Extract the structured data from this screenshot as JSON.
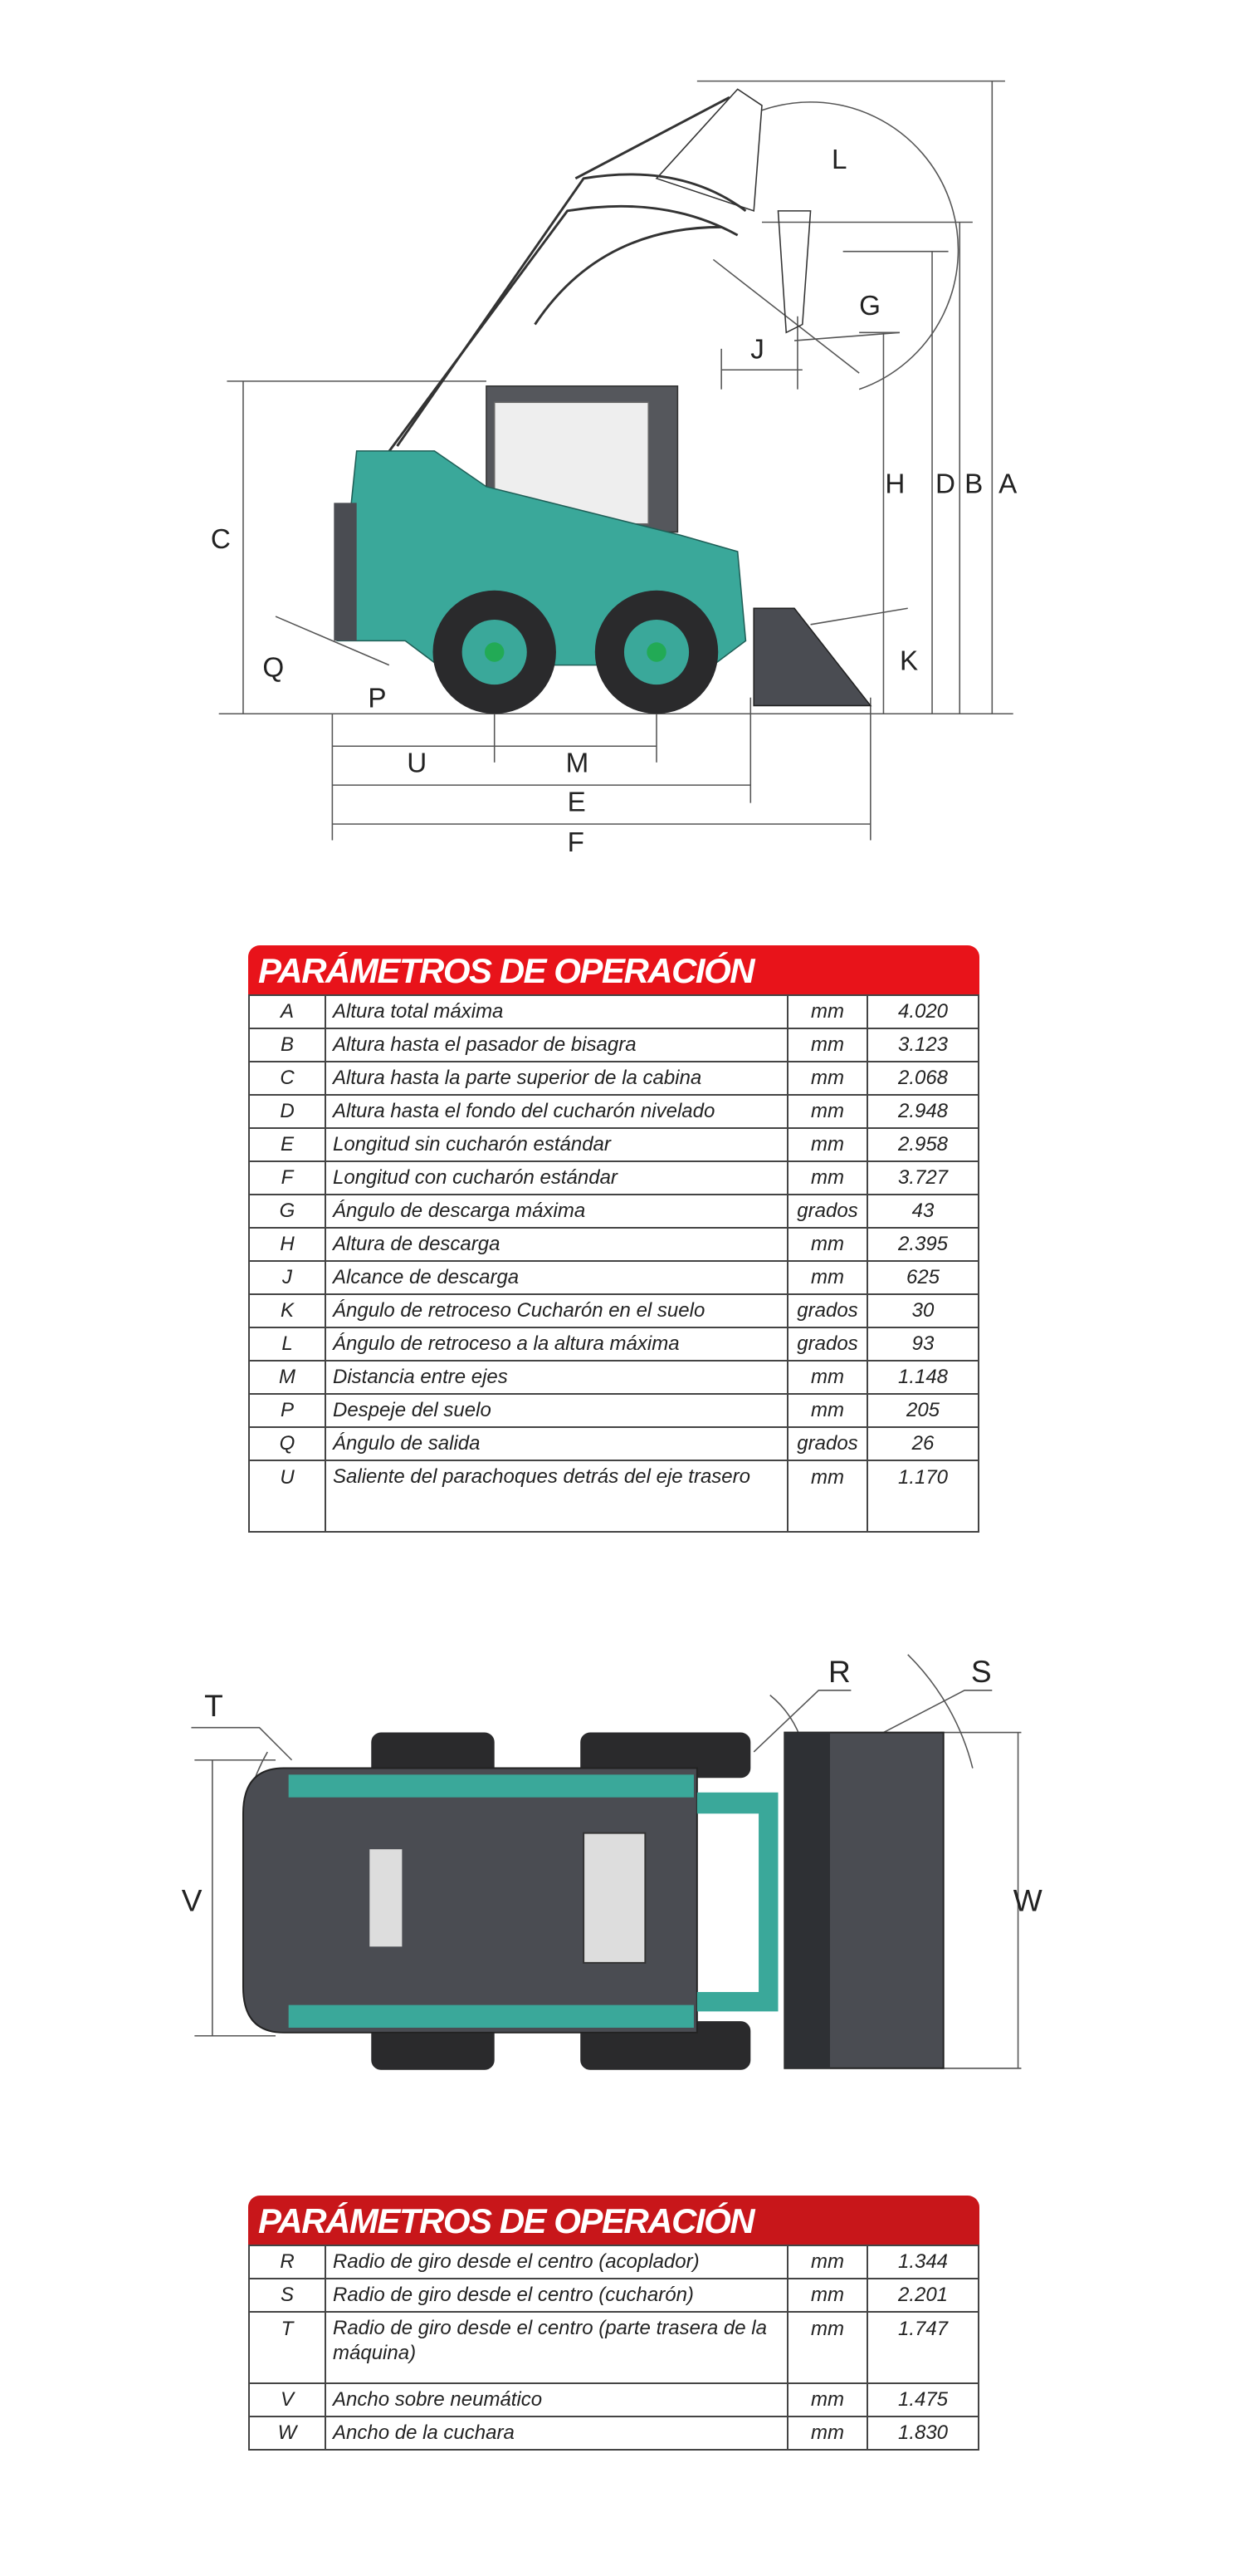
{
  "side_view": {
    "labels": {
      "A": "A",
      "B": "B",
      "C": "C",
      "D": "D",
      "E": "E",
      "F": "F",
      "G": "G",
      "H": "H",
      "J": "J",
      "K": "K",
      "L": "L",
      "M": "M",
      "P": "P",
      "Q": "Q",
      "U": "U"
    }
  },
  "top_view": {
    "labels": {
      "R": "R",
      "S": "S",
      "T": "T",
      "V": "V",
      "W": "W"
    }
  },
  "colors": {
    "machine": "#3aa89a",
    "header_red": "#e8131a",
    "header_red_2": "#c8161a",
    "dark": "#4a4c52"
  },
  "table1": {
    "title": "PARÁMETROS DE OPERACIÓN",
    "rows": [
      {
        "letter": "A",
        "desc": "Altura total máxima",
        "unit": "mm",
        "value": "4.020"
      },
      {
        "letter": "B",
        "desc": "Altura hasta el pasador de bisagra",
        "unit": "mm",
        "value": "3.123"
      },
      {
        "letter": "C",
        "desc": "Altura hasta la parte superior de la cabina",
        "unit": "mm",
        "value": "2.068"
      },
      {
        "letter": "D",
        "desc": "Altura hasta el fondo del cucharón nivelado",
        "unit": "mm",
        "value": "2.948"
      },
      {
        "letter": "E",
        "desc": "Longitud sin cucharón estándar",
        "unit": "mm",
        "value": "2.958"
      },
      {
        "letter": "F",
        "desc": "Longitud con cucharón estándar",
        "unit": "mm",
        "value": "3.727"
      },
      {
        "letter": "G",
        "desc": "Ángulo de descarga máxima",
        "unit": "grados",
        "value": "43"
      },
      {
        "letter": "H",
        "desc": "Altura de descarga",
        "unit": "mm",
        "value": "2.395"
      },
      {
        "letter": "J",
        "desc": "Alcance de descarga",
        "unit": "mm",
        "value": "625"
      },
      {
        "letter": "K",
        "desc": "Ángulo de retroceso Cucharón en el suelo",
        "unit": "grados",
        "value": "30"
      },
      {
        "letter": "L",
        "desc": "Ángulo de retroceso a la altura máxima",
        "unit": "grados",
        "value": "93"
      },
      {
        "letter": "M",
        "desc": "Distancia entre ejes",
        "unit": "mm",
        "value": "1.148"
      },
      {
        "letter": "P",
        "desc": "Despeje del suelo",
        "unit": "mm",
        "value": "205"
      },
      {
        "letter": "Q",
        "desc": "Ángulo de salida",
        "unit": "grados",
        "value": "26"
      },
      {
        "letter": "U",
        "desc": "Saliente del parachoques detrás del eje trasero",
        "unit": "mm",
        "value": "1.170"
      }
    ]
  },
  "table2": {
    "title": "PARÁMETROS DE OPERACIÓN",
    "rows": [
      {
        "letter": "R",
        "desc": "Radio de giro desde el centro (acoplador)",
        "unit": "mm",
        "value": "1.344"
      },
      {
        "letter": "S",
        "desc": "Radio de giro desde el centro (cucharón)",
        "unit": "mm",
        "value": "2.201"
      },
      {
        "letter": "T",
        "desc": "Radio de giro desde el centro (parte trasera de la máquina)",
        "unit": "mm",
        "value": "1.747"
      },
      {
        "letter": "V",
        "desc": "Ancho sobre neumático",
        "unit": "mm",
        "value": "1.475"
      },
      {
        "letter": "W",
        "desc": "Ancho de la cuchara",
        "unit": "mm",
        "value": "1.830"
      }
    ]
  }
}
